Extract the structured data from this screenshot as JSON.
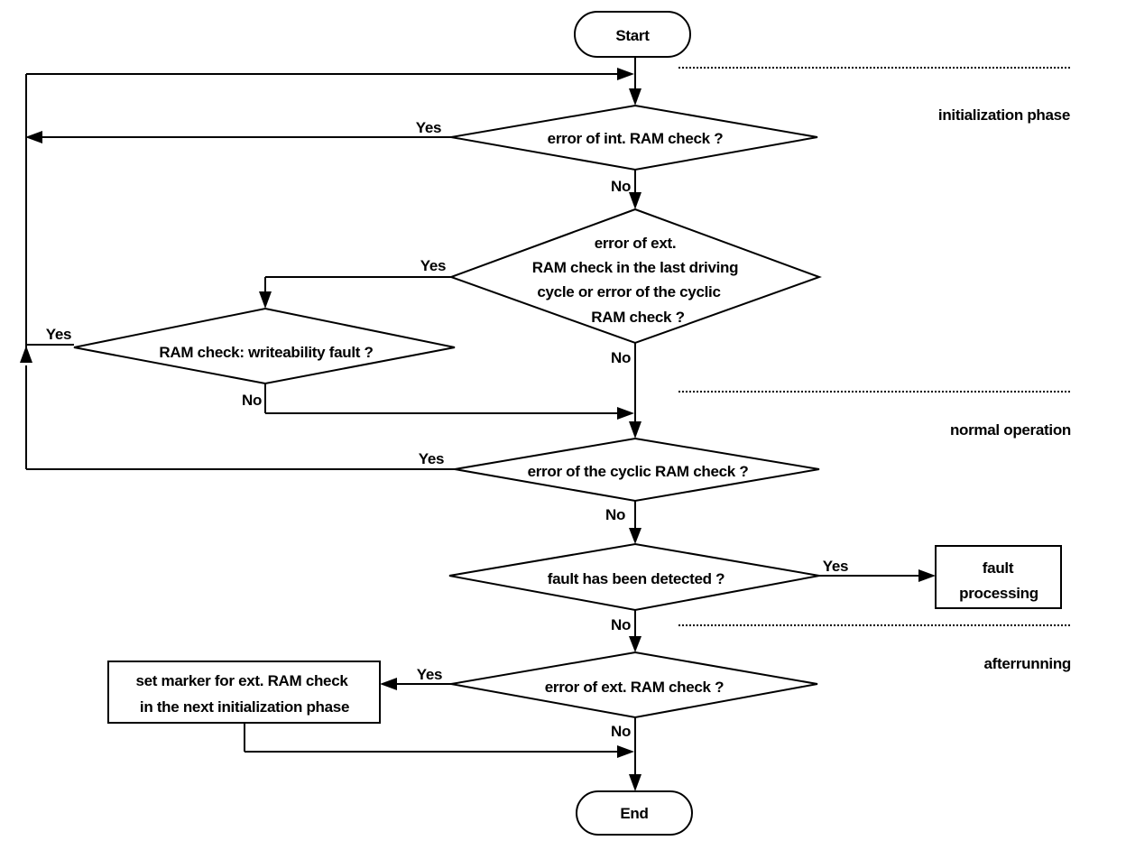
{
  "terminals": {
    "start": "Start",
    "end": "End"
  },
  "phases": {
    "initialization": "initialization phase",
    "normal": "normal operation",
    "afterrunning": "afterrunning"
  },
  "decisions": {
    "int_ram": "error of int. RAM check ?",
    "ext_ram_last": [
      "error of ext.",
      "RAM check in the last driving",
      "cycle or error of the cyclic",
      "RAM check ?"
    ],
    "writeability": "RAM check: writeability fault ?",
    "cyclic_ram": "error of the cyclic RAM check ?",
    "fault_detected": "fault has been detected ?",
    "ext_ram": "error of ext. RAM check ?"
  },
  "processes": {
    "fault_processing": [
      "fault",
      "processing"
    ],
    "set_marker": [
      "set marker for ext. RAM check",
      "in the next  initialization phase"
    ]
  },
  "branch_labels": {
    "yes": "Yes",
    "no": "No"
  }
}
